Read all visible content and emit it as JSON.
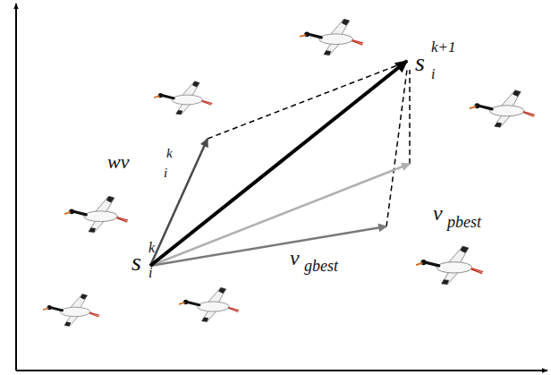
{
  "diagram": {
    "labels": [
      "s",
      "k",
      "i",
      "s",
      "k+1",
      "i",
      "wv",
      "k",
      "i",
      "v",
      "pbest",
      "v",
      "gbest"
    ]
  }
}
